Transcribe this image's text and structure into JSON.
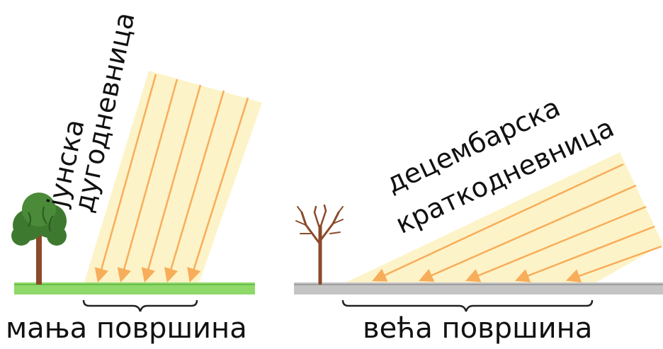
{
  "left_panel": {
    "label_line1": "јунска",
    "label_line2": "дугодневница",
    "caption": "мања површина",
    "ground_color": "#8fd96a",
    "tree": "leafy-tree"
  },
  "right_panel": {
    "label_line1": "децембарска",
    "label_line2": "краткодневница",
    "caption": "већа површина",
    "ground_color": "#c4c4c4",
    "tree": "bare-tree"
  },
  "colors": {
    "beam_fill": "#fdf3c8",
    "ray": "#f8ad5a",
    "trunk": "#8b4a2a",
    "foliage": "#3d7a2f"
  }
}
